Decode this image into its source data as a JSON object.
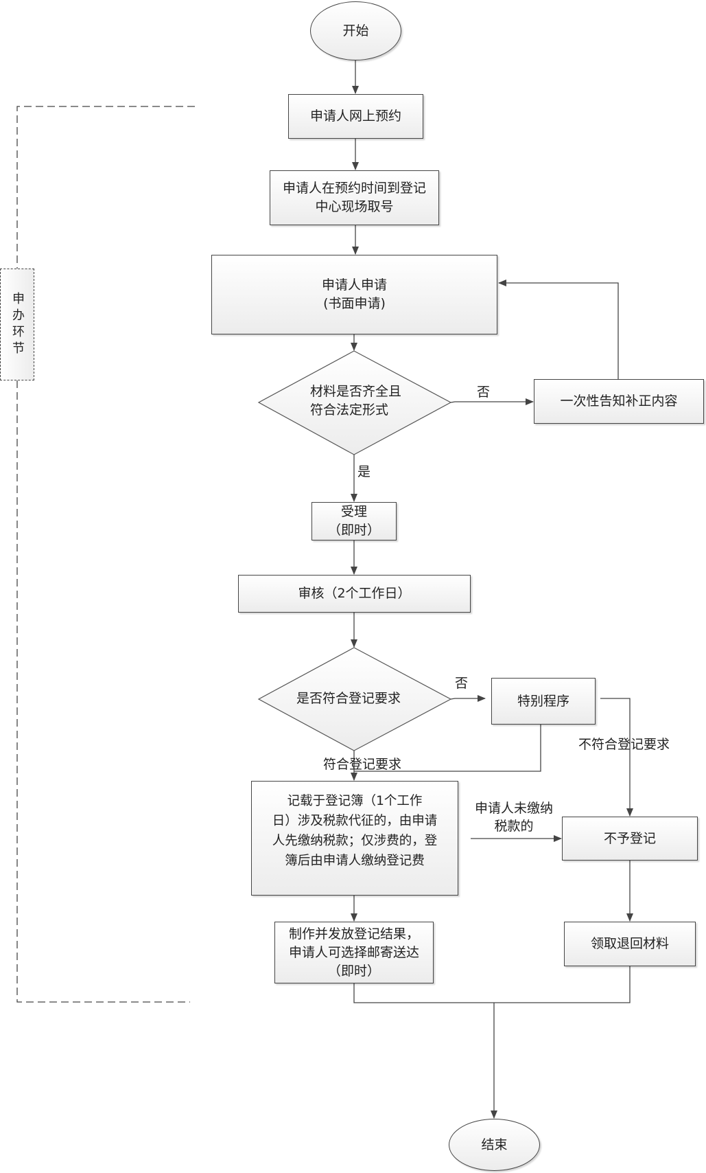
{
  "lane": {
    "label": "申办环节"
  },
  "nodes": {
    "start": "开始",
    "online_booking": "申请人网上预约",
    "take_number": "申请人在预约时间到登记\n中心现场取号",
    "apply": "申请人申请\n(书面申请)",
    "decision_materials": "材料是否齐全且\n符合法定形式",
    "notify_correction": "一次性告知补正内容",
    "accept": "受理\n（即时）",
    "review": "审核（2个工作日）",
    "decision_requirements": "是否符合登记要求",
    "special_procedure": "特别程序",
    "record": "记载于登记簿（1个工作\n日）涉及税款代征的，由申请\n人先缴纳税款；仅涉费的，登\n簿后由申请人缴纳登记费",
    "issue_result": "制作并发放登记结果，\n申请人可选择邮寄送达\n（即时）",
    "refuse": "不予登记",
    "return_materials": "领取退回材料",
    "end": "结束"
  },
  "edge_labels": {
    "materials_no": "否",
    "materials_yes": "是",
    "requirements_no": "否",
    "meets_requirements": "符合登记要求",
    "not_meet_requirements": "不符合登记要求",
    "unpaid_tax": "申请人未缴纳\n税款的"
  },
  "colors": {
    "stroke": "#444444",
    "fill_top": "#ffffff",
    "fill_bottom": "#ececec"
  }
}
